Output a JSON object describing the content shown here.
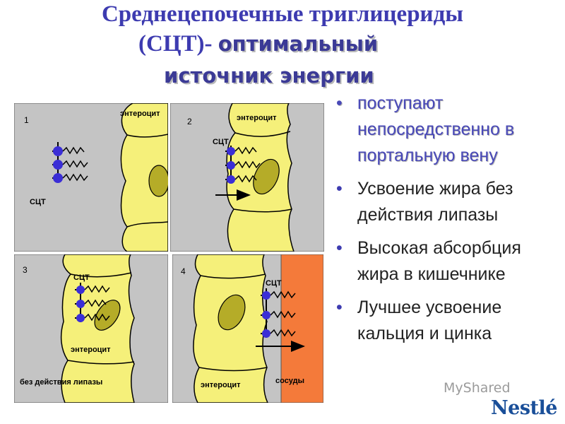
{
  "title": {
    "line1": "Среднецепочечные триглицериды",
    "line2_prefix": "(СЦТ)- ",
    "line2_emph": "оптимальный",
    "line3": "источник энергии"
  },
  "panels": [
    {
      "number": "1",
      "labels": {
        "enterocyte": "энтероцит",
        "mct": "СЦТ"
      }
    },
    {
      "number": "2",
      "labels": {
        "enterocyte": "энтероцит",
        "mct": "СЦТ"
      }
    },
    {
      "number": "3",
      "labels": {
        "enterocyte": "энтероцит",
        "mct": "СЦТ",
        "caption": "без действия липазы"
      }
    },
    {
      "number": "4",
      "labels": {
        "enterocyte": "энтероцит",
        "mct": "СЦТ",
        "vessels": "сосуды"
      }
    }
  ],
  "bullets": [
    {
      "text": "поступают непосредственно в портальную вену",
      "highlight": true
    },
    {
      "text": "Усвоение жира без действия липазы",
      "highlight": false
    },
    {
      "text": "Высокая абсорбция жира в кишечнике",
      "highlight": false
    },
    {
      "text": "Лучшее усвоение кальция и цинка",
      "highlight": false
    }
  ],
  "bullet_symbol": "•",
  "watermark": "MyShared",
  "logo": "Nestlé",
  "colors": {
    "title": "#3d3bb0",
    "cell_fill": "#f5f07a",
    "nucleus": "#b5ac28",
    "background_gray": "#c4c4c4",
    "molecule": "#3b2ed6",
    "vessels": "#f47a3a"
  }
}
